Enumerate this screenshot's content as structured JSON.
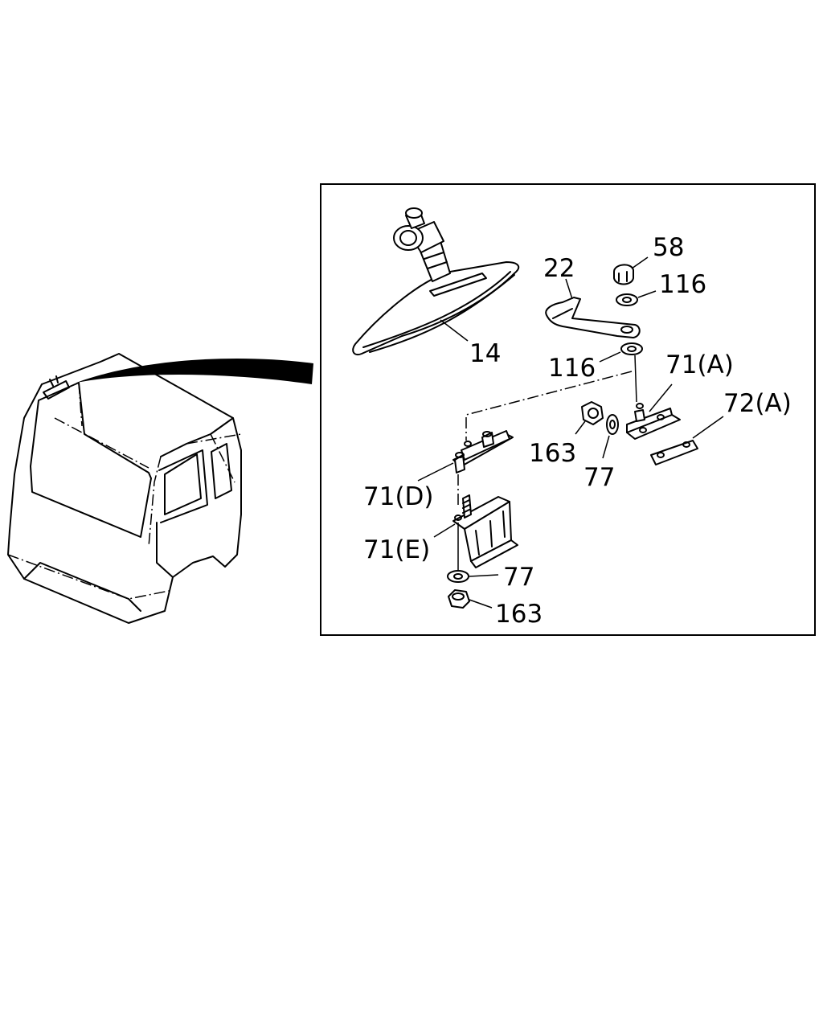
{
  "labels": {
    "p14": "14",
    "p22": "22",
    "p58": "58",
    "p116_top": "116",
    "p116_mid": "116",
    "p71a": "71(A)",
    "p72a": "72(A)",
    "p163_mid": "163",
    "p77_mid": "77",
    "p71d": "71(D)",
    "p71e": "71(E)",
    "p77_low": "77",
    "p163_low": "163"
  }
}
